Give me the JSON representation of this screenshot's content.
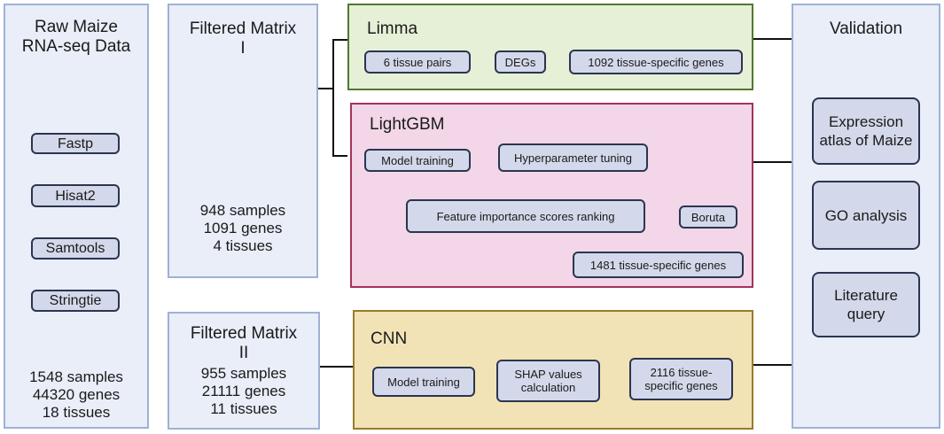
{
  "raw": {
    "title_line1": "Raw Maize",
    "title_line2": "RNA-seq Data",
    "steps": [
      "Fastp",
      "Hisat2",
      "Samtools",
      "Stringtie"
    ],
    "stats": [
      "1548 samples",
      "44320 genes",
      "18 tissues"
    ]
  },
  "matrix1": {
    "title_line1": "Filtered Matrix",
    "title_line2": "I",
    "stats": [
      "948 samples",
      "1091 genes",
      "4 tissues"
    ]
  },
  "matrix2": {
    "title_line1": "Filtered Matrix",
    "title_line2": "II",
    "stats": [
      "955 samples",
      "21111 genes",
      "11 tissues"
    ]
  },
  "limma": {
    "label": "Limma",
    "fill": "#e6f0d6",
    "border": "#4e7a2e",
    "steps": [
      "6 tissue pairs",
      "DEGs",
      "1092 tissue-specific genes"
    ]
  },
  "lightgbm": {
    "label": "LightGBM",
    "fill": "#f3d6e8",
    "border": "#a3325e",
    "steps": [
      "Model training",
      "Hyperparameter tuning",
      "Feature importance scores ranking",
      "Boruta",
      "1481 tissue-specific genes"
    ]
  },
  "cnn": {
    "label": "CNN",
    "fill": "#f2e3b6",
    "border": "#9a7a2a",
    "steps": [
      "Model training",
      "SHAP values calculation",
      "2116 tissue-specific genes"
    ]
  },
  "validation": {
    "title": "Validation",
    "items": [
      "Expression atlas of Maize",
      "GO analysis",
      "Literature query"
    ]
  }
}
